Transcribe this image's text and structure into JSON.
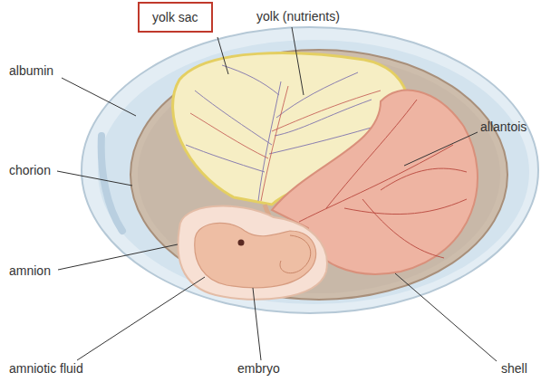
{
  "diagram": {
    "nodes": [
      {
        "text": [
          "yolk sac"
        ]
      }
    ],
    "labels": [
      "yolk (nutrients)",
      "albumin",
      "allantois",
      "chorion",
      "amnion",
      "amniotic fluid",
      "embryo",
      "shell"
    ]
  }
}
